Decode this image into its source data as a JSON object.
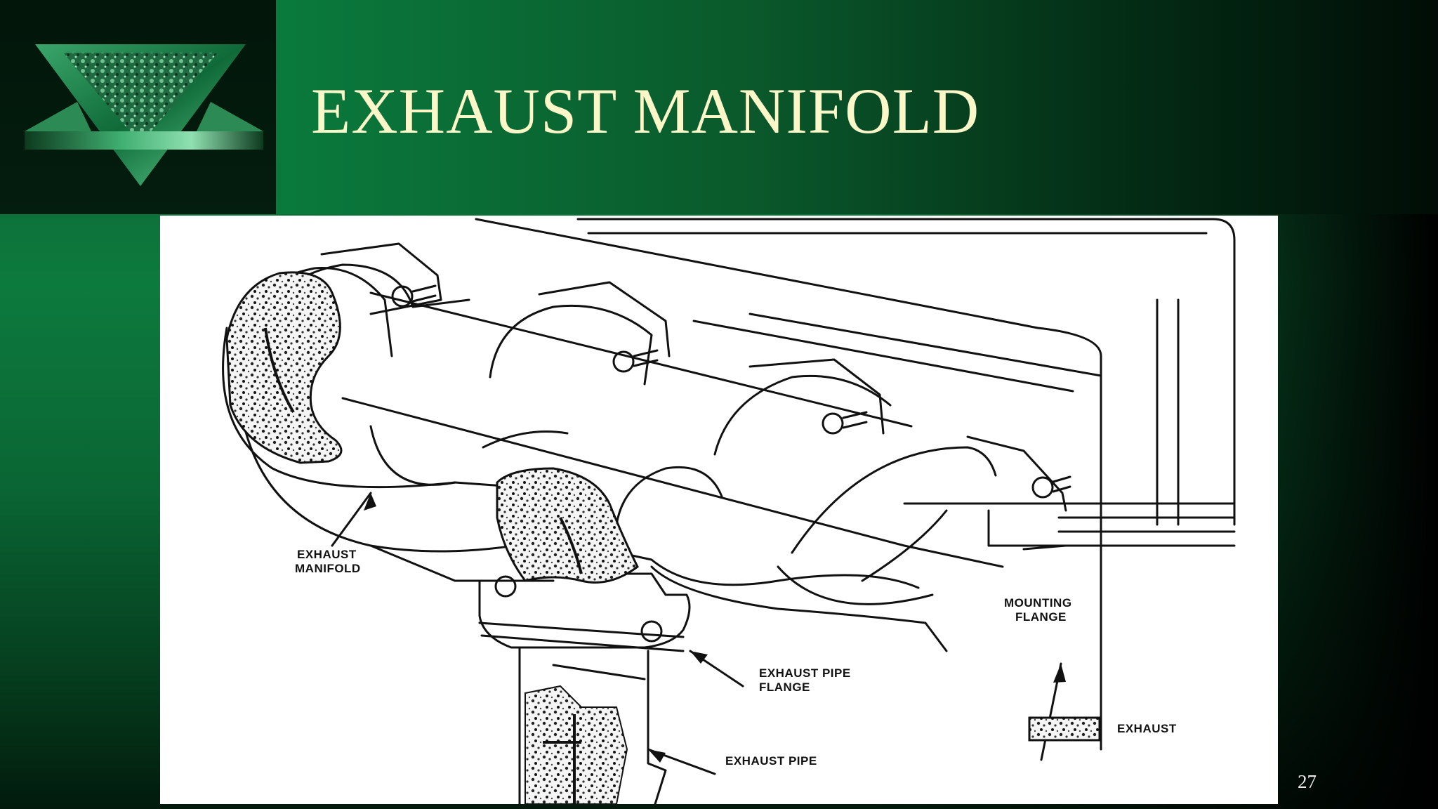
{
  "slide": {
    "title": "EXHAUST MANIFOLD",
    "slide_number": "27"
  },
  "diagram": {
    "labels": {
      "manifold_line1": "EXHAUST",
      "manifold_line2": "MANIFOLD",
      "flange_line1": "MOUNTING",
      "flange_line2": "FLANGE",
      "pipe_flange_line1": "EXHAUST PIPE",
      "pipe_flange_line2": "FLANGE",
      "pipe": "EXHAUST PIPE",
      "legend": "EXHAUST"
    }
  },
  "colors": {
    "title": "#fbf7c8",
    "green_dark": "#0a5a2c",
    "green_light": "#0d7a3d"
  },
  "icons": [
    "triangle-logo-icon"
  ]
}
